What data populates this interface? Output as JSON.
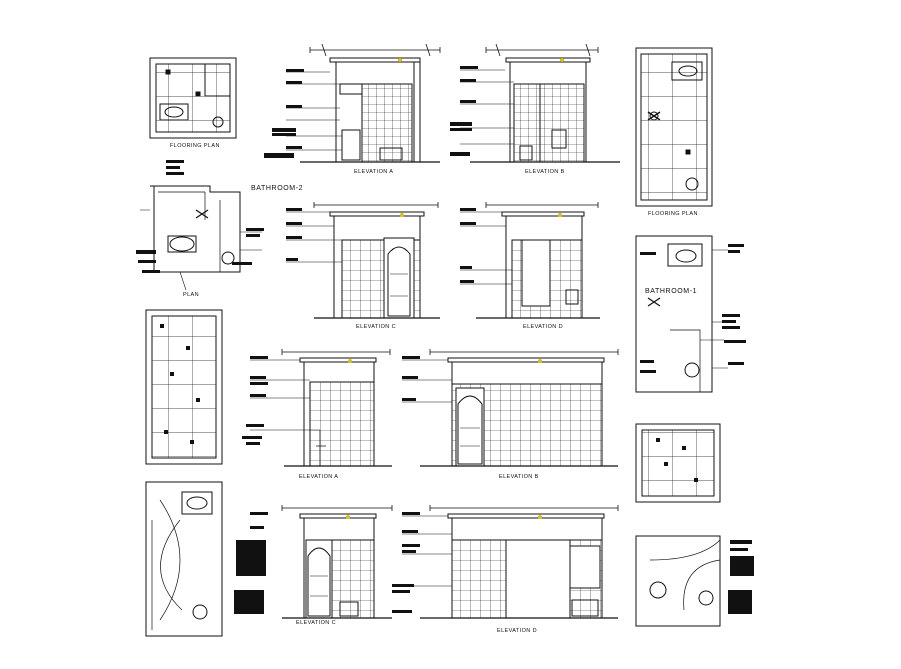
{
  "labels": {
    "flooring_plan_left": "FLOORING PLAN",
    "flooring_plan_right": "FLOORING PLAN",
    "bathroom_2": "BATHROOM-2",
    "bathroom_1": "BATHROOM-1",
    "plan": "PLAN",
    "b2_elev_a": "ELEVATION A",
    "b2_elev_b": "ELEVATION B",
    "b2_elev_c": "ELEVATION C",
    "b2_elev_d": "ELEVATION D",
    "b1_elev_a": "ELEVATION A",
    "b1_elev_b": "ELEVATION B",
    "b1_elev_c": "ELEVATION C",
    "b1_elev_d": "ELEVATION D"
  },
  "colors": {
    "ink": "#111111",
    "accent": "#d4c21a",
    "paper": "#ffffff"
  }
}
